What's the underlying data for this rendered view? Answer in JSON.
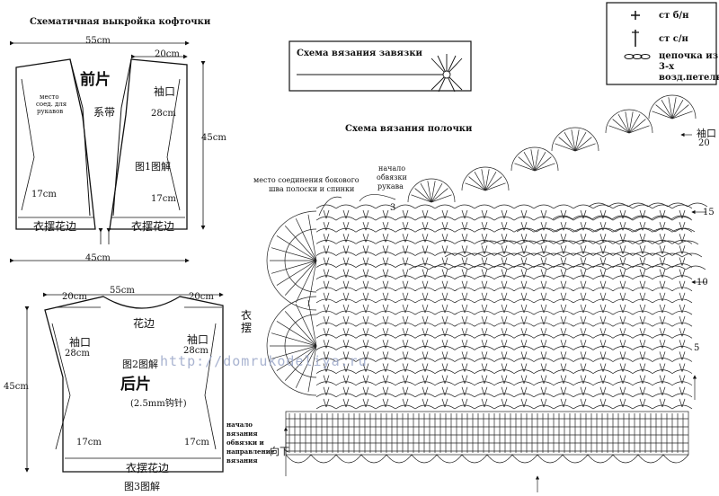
{
  "titles": {
    "pattern": "Схематичная выкройка кофточки",
    "tie": "Схема вязания завязки",
    "shelf": "Схема вязания полочки"
  },
  "legend": {
    "sc": "ст б/н",
    "dc": "ст с/н",
    "chain_line1": "цепочка из",
    "chain_line2": "3-х",
    "chain_line3": "возд.петель"
  },
  "front": {
    "width_top": "55cm",
    "sleeve_w": "20cm",
    "height": "45cm",
    "name": "前片",
    "band": "系带",
    "cuff": "袖口",
    "cuff_size": "28cm",
    "note1": "место",
    "note2": "соед. для",
    "note3": "рукавов",
    "side_left": "17cm",
    "side_right": "17cm",
    "fig": "图1图解",
    "hem_left": "衣摆花边",
    "hem_right": "衣摆花边",
    "width_bottom": "45cm"
  },
  "back": {
    "width_top": "55cm",
    "sleeve_left": "20cm",
    "sleeve_right": "20cm",
    "height": "45cm",
    "neck_edge": "花边",
    "cuff_left": "袖口",
    "cuff_left_size": "28cm",
    "cuff_right": "袖口",
    "cuff_right_size": "28cm",
    "fig2": "图2图解",
    "name": "后片",
    "hook": "(2.5mm钩针)",
    "side_left": "17cm",
    "side_right": "17cm",
    "hem": "衣摆花边",
    "fig3": "图3图解",
    "hem_side": "衣\n摆"
  },
  "chart": {
    "join1": "место соединения бокового",
    "join2": "шва полоски и спинки",
    "start1": "начало",
    "start2": "обвязки",
    "start3": "рукава",
    "row20": "20",
    "row15": "15",
    "row10": "10",
    "row5": "5",
    "row3": "3",
    "cuff_label": "袖口",
    "bottom1": "начало",
    "bottom2": "вязания",
    "bottom3": "обвязки и",
    "bottom4": "направление",
    "bottom5": "вязания",
    "down": "向下"
  },
  "watermark": "http://domrukodeliya.ru"
}
